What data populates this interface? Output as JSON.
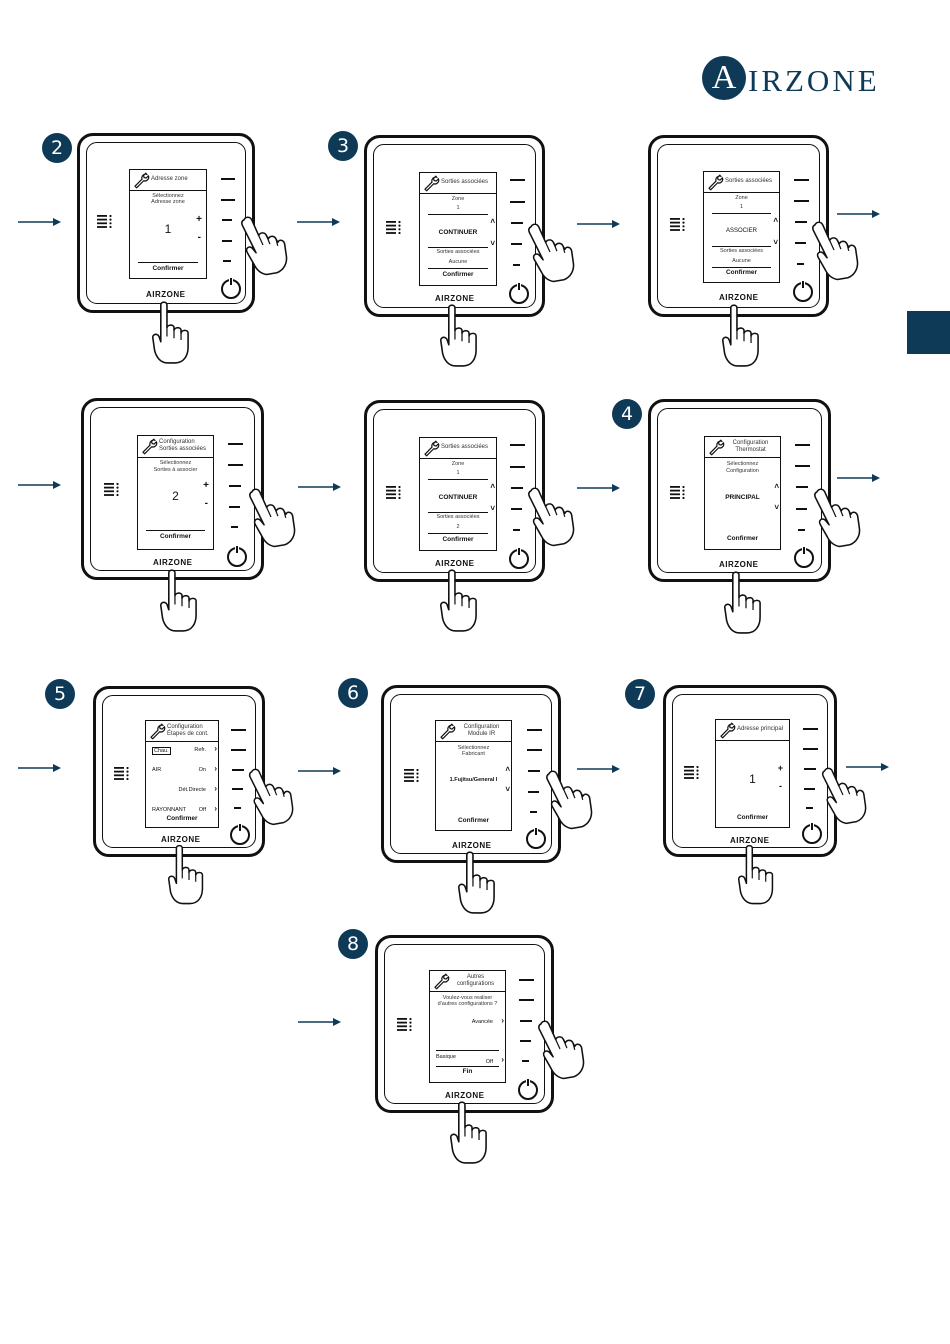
{
  "brand": {
    "logo_letter": "A",
    "logo_text": "IRZONE",
    "color": "#0e3a57"
  },
  "device_brand": "AIRZONE",
  "steps": [
    {
      "number": "2",
      "title": "Adresse zone",
      "label1": "Sélectionnez",
      "label2": "Adresse zone",
      "value": "1",
      "plus": "+",
      "minus": "-",
      "footer": "Confirmer"
    },
    {
      "number": "3",
      "title": "Sorties associées",
      "zone_label": "Zone",
      "zone_value": "1",
      "action": "CONTINUER",
      "outputs_label": "Sorties associées",
      "outputs_value": "Aucune",
      "footer": "Confirmer"
    },
    {
      "title": "Sorties associées",
      "zone_label": "Zone",
      "zone_value": "1",
      "action": "ASSOCIER",
      "outputs_label": "Sorties associées",
      "outputs_value": "Aucune",
      "footer": "Confirmer"
    },
    {
      "title_line1": "Configuration",
      "title_line2": "Sorties associées",
      "label1": "Sélectionnez",
      "label2": "Sorties à associer",
      "value": "2",
      "plus": "+",
      "minus": "-",
      "footer": "Confirmer"
    },
    {
      "title": "Sorties associées",
      "zone_label": "Zone",
      "zone_value": "1",
      "action": "CONTINUER",
      "outputs_label": "Sorties associées",
      "outputs_value": "2",
      "footer": "Confirmer"
    },
    {
      "number": "4",
      "title_line1": "Configuration",
      "title_line2": "Thermostat",
      "label1": "Sélectionnez",
      "label2": "Configuration",
      "value": "PRINCIPAL",
      "footer": "Confirmer"
    },
    {
      "number": "5",
      "title_line1": "Configuration",
      "title_line2": "Étapes de cont.",
      "rows": [
        {
          "left": "Chau.",
          "right": "Refr."
        },
        {
          "left": "AIR",
          "right": "On"
        },
        {
          "left": "",
          "right": "Dét.Directe"
        },
        {
          "left": "RAYONNANT",
          "right": "Off"
        }
      ],
      "footer": "Confirmer"
    },
    {
      "number": "6",
      "title_line1": "Configuration",
      "title_line2": "Module IR",
      "label1": "Sélectionnez",
      "label2": "Fabricant",
      "value": "1.Fujitsu/General I",
      "footer": "Confirmer"
    },
    {
      "number": "7",
      "title": "Adresse principal",
      "value": "1",
      "plus": "+",
      "minus": "-",
      "footer": "Confirmer"
    },
    {
      "number": "8",
      "title_line1": "Autres",
      "title_line2": "configurations",
      "label1": "Voulez-vous realiser",
      "label2": "d'autres configurations ?",
      "option1": "Avancée",
      "option2_left": "Basique",
      "option2_right": "Off",
      "footer": "Fin"
    }
  ]
}
